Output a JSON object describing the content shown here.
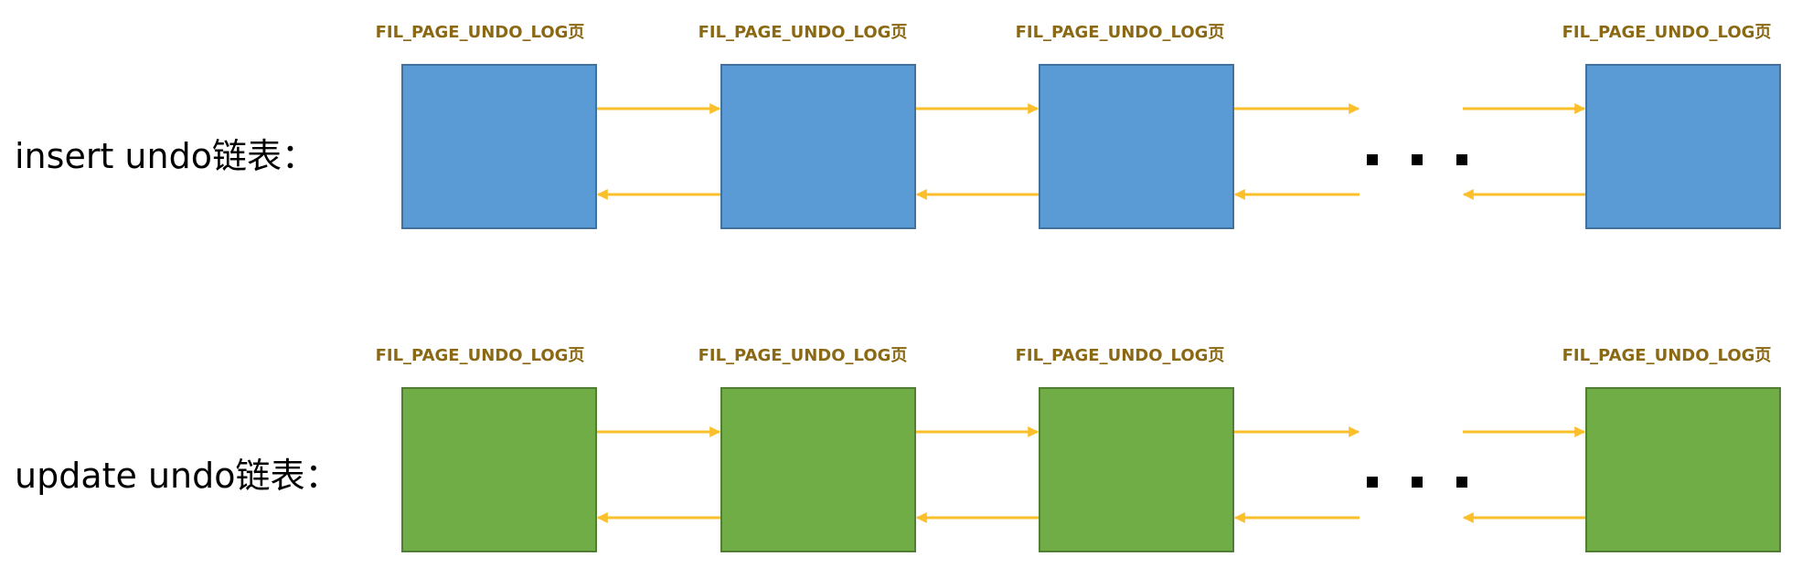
{
  "colors": {
    "insert_fill": "#5b9bd5",
    "insert_border": "#41719c",
    "update_fill": "#70ad47",
    "update_border": "#507e32",
    "arrow": "#fbbf2c",
    "page_label": "#8b6914"
  },
  "insert_list": {
    "label": "insert undo链表：",
    "pages": [
      {
        "label": "FIL_PAGE_UNDO_LOG页"
      },
      {
        "label": "FIL_PAGE_UNDO_LOG页"
      },
      {
        "label": "FIL_PAGE_UNDO_LOG页"
      },
      {
        "label": "FIL_PAGE_UNDO_LOG页"
      }
    ]
  },
  "update_list": {
    "label": "update undo链表：",
    "pages": [
      {
        "label": "FIL_PAGE_UNDO_LOG页"
      },
      {
        "label": "FIL_PAGE_UNDO_LOG页"
      },
      {
        "label": "FIL_PAGE_UNDO_LOG页"
      },
      {
        "label": "FIL_PAGE_UNDO_LOG页"
      }
    ]
  }
}
